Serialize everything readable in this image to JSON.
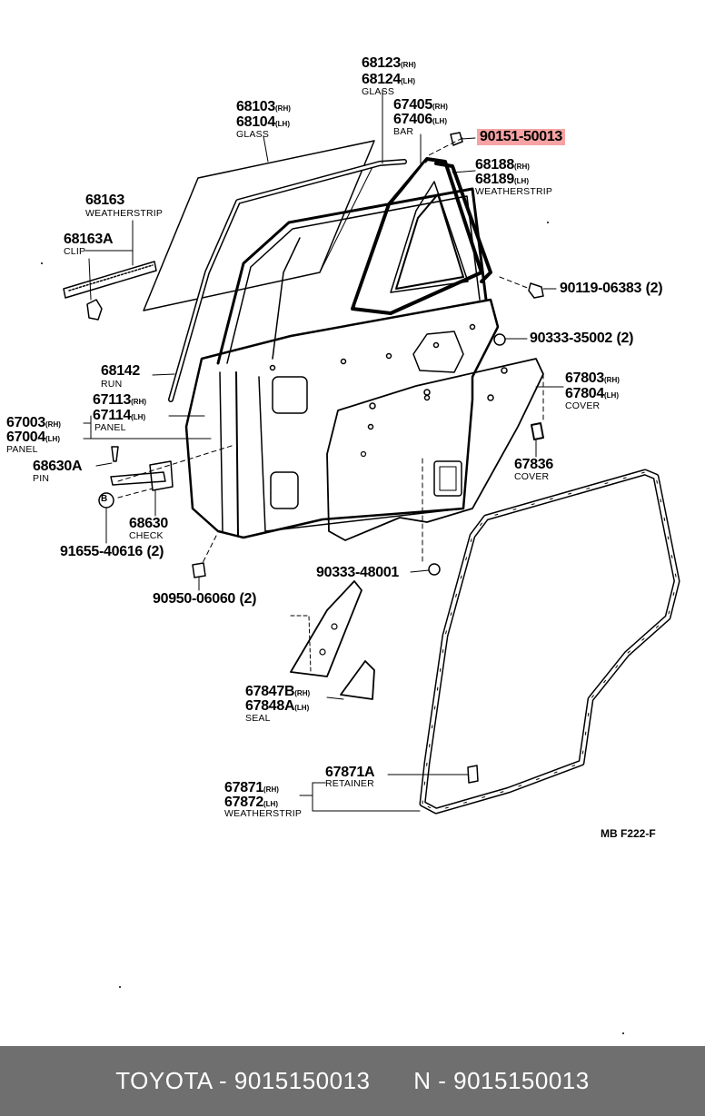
{
  "diagram": {
    "code": "MB F222-F",
    "parts": {
      "p68123": "68123",
      "p68123_sfx": "(RH)",
      "p68124": "68124",
      "p68124_sfx": "(LH)",
      "p68124_sub": "GLASS",
      "p67405": "67405",
      "p67405_sfx": "(RH)",
      "p67406": "67406",
      "p67406_sfx": "(LH)",
      "p67406_sub": "BAR",
      "p68103": "68103",
      "p68103_sfx": "(RH)",
      "p68104": "68104",
      "p68104_sfx": "(LH)",
      "p68104_sub": "GLASS",
      "highlight": "90151-50013",
      "p68188": "68188",
      "p68188_sfx": "(RH)",
      "p68189": "68189",
      "p68189_sfx": "(LH)",
      "p68189_sub": "WEATHERSTRIP",
      "p68163": "68163",
      "p68163_sub": "WEATHERSTRIP",
      "p68163A": "68163A",
      "p68163A_sub": "CLIP",
      "p90119": "90119-06383",
      "p90119_qty": "(2)",
      "p90333a": "90333-35002",
      "p90333a_qty": "(2)",
      "p68142": "68142",
      "p68142_sub": "RUN",
      "p67803": "67803",
      "p67803_sfx": "(RH)",
      "p67804": "67804",
      "p67804_sfx": "(LH)",
      "p67804_sub": "COVER",
      "p67113": "67113",
      "p67113_sfx": "(RH)",
      "p67114": "67114",
      "p67114_sfx": "(LH)",
      "p67114_sub": "PANEL",
      "p67003": "67003",
      "p67003_sfx": "(RH)",
      "p67004": "67004",
      "p67004_sfx": "(LH)",
      "p67004_sub": "PANEL",
      "p68630A": "68630A",
      "p68630A_sub": "PIN",
      "p67836": "67836",
      "p67836_sub": "COVER",
      "p68630": "68630",
      "p68630_sub": "CHECK",
      "p91655": "91655-40616",
      "p91655_qty": "(2)",
      "p90333b": "90333-48001",
      "p90950": "90950-06060",
      "p90950_qty": "(2)",
      "p67847B": "67847B",
      "p67847B_sfx": "(RH)",
      "p67848A": "67848A",
      "p67848A_sfx": "(LH)",
      "p67848A_sub": "SEAL",
      "p67871A": "67871A",
      "p67871A_sub": "RETAINER",
      "p67871": "67871",
      "p67871_sfx": "(RH)",
      "p67872": "67872",
      "p67872_sfx": "(LH)",
      "p67872_sub": "WEATHERSTRIP",
      "b_marker": "B"
    }
  },
  "footer": {
    "left": "TOYOTA - 9015150013",
    "right": "N - 9015150013"
  },
  "colors": {
    "highlight": "#f7a3a3",
    "footer_bg": "#6f6f6f",
    "footer_text": "#ffffff"
  }
}
